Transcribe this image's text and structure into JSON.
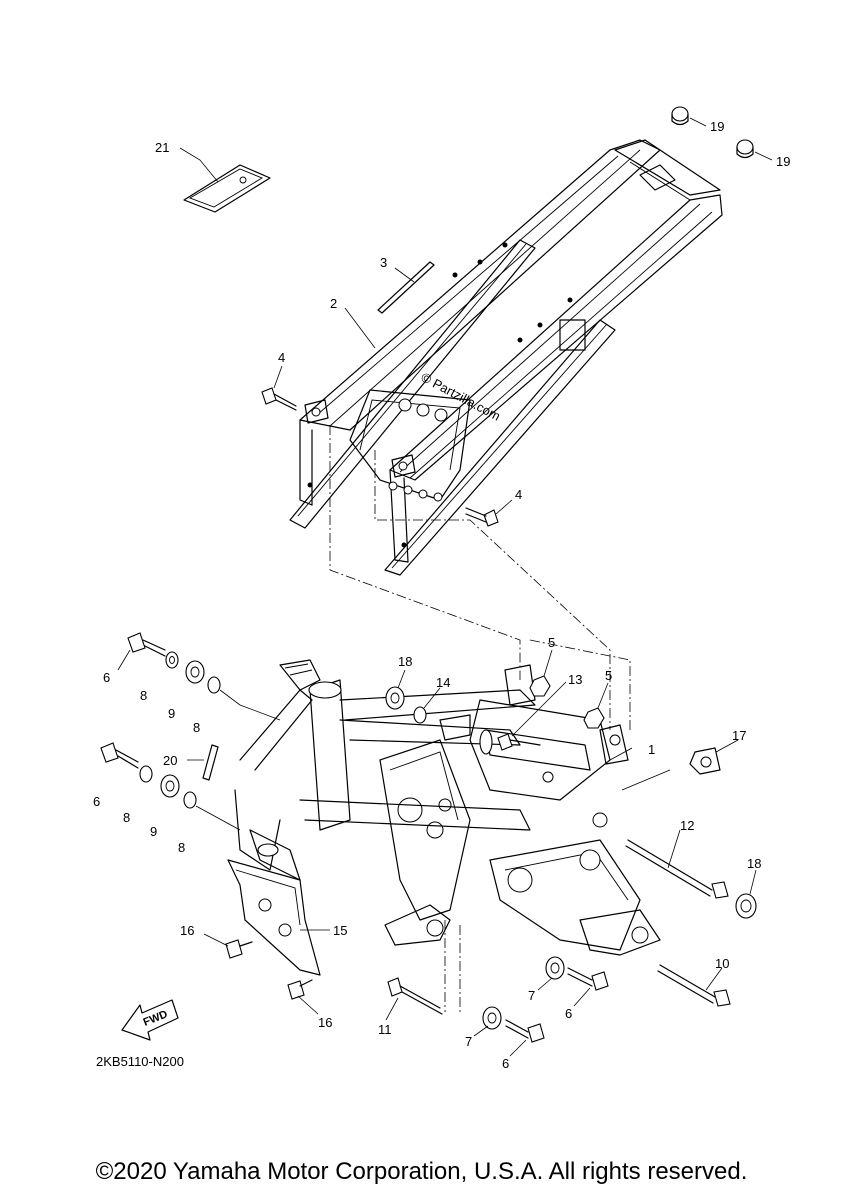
{
  "diagram_code": "2KB5110-N200",
  "watermark": "© Partzilla.com",
  "copyright": "©2020 Yamaha Motor Corporation, U.S.A. All rights reserved.",
  "fwd_label": "FWD",
  "callouts": {
    "c1": "1",
    "c2": "2",
    "c3": "3",
    "c4a": "4",
    "c4b": "4",
    "c5a": "5",
    "c5b": "5",
    "c6a": "6",
    "c6b": "6",
    "c6c": "6",
    "c6d": "6",
    "c7a": "7",
    "c7b": "7",
    "c8a": "8",
    "c8b": "8",
    "c8c": "8",
    "c8d": "8",
    "c9a": "9",
    "c9b": "9",
    "c10": "10",
    "c11": "11",
    "c12": "12",
    "c13": "13",
    "c14": "14",
    "c15": "15",
    "c16a": "16",
    "c16b": "16",
    "c17": "17",
    "c18a": "18",
    "c18b": "18",
    "c19a": "19",
    "c19b": "19",
    "c20": "20",
    "c21": "21"
  }
}
